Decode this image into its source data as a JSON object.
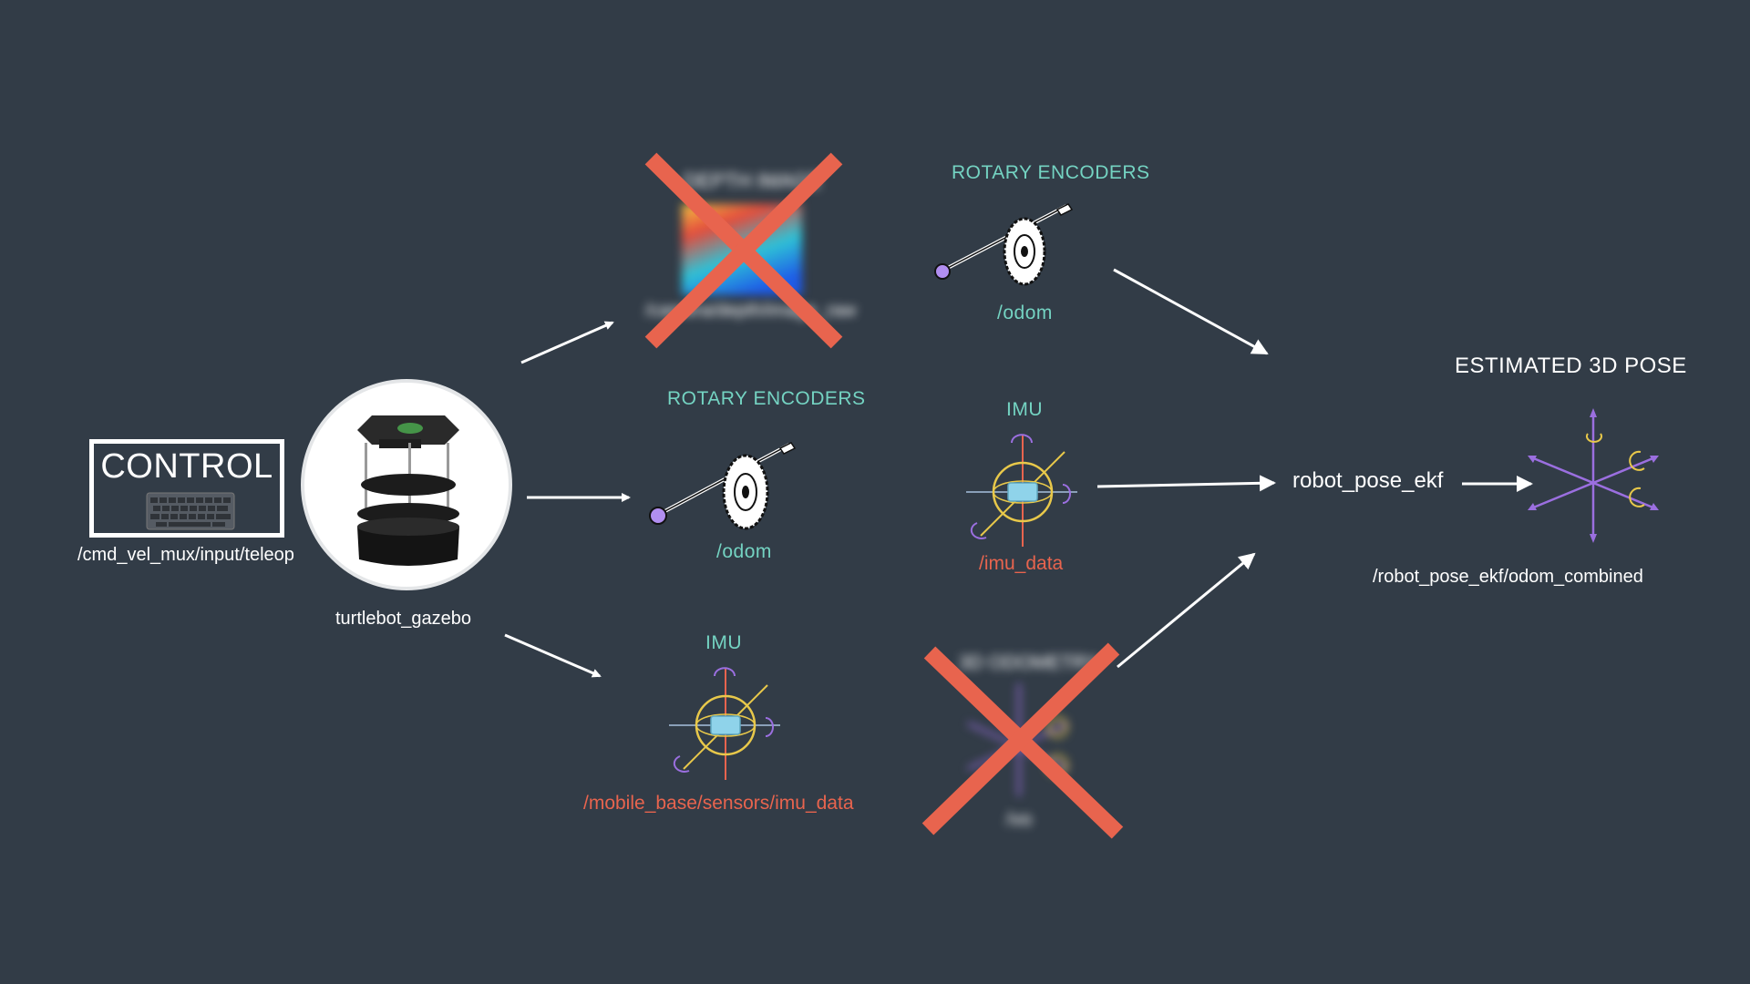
{
  "control": {
    "title": "CONTROL",
    "topic": "/cmd_vel_mux/input/teleop"
  },
  "robot": {
    "name": "turtlebot_gazebo"
  },
  "depth": {
    "title": "DEPTH IMAGE",
    "topic": "/camera/depth/image_raw"
  },
  "encoders_top": {
    "title": "ROTARY ENCODERS",
    "topic": "/odom"
  },
  "encoders_mid": {
    "title": "ROTARY ENCODERS",
    "topic": "/odom"
  },
  "imu_mid": {
    "title": "IMU",
    "topic": "/imu_data"
  },
  "imu_bottom": {
    "title": "IMU",
    "topic": "/mobile_base/sensors/imu_data"
  },
  "vo": {
    "title": "3D ODOMETRY",
    "topic": "/vo"
  },
  "ekf": {
    "node": "robot_pose_ekf"
  },
  "pose": {
    "title": "ESTIMATED 3D POSE",
    "topic": "/robot_pose_ekf/odom_combined"
  },
  "colors": {
    "background": "#323c47",
    "teal": "#74d3c2",
    "red": "#e8644e",
    "purple": "#9b6fe0",
    "yellow": "#e8c84a"
  }
}
